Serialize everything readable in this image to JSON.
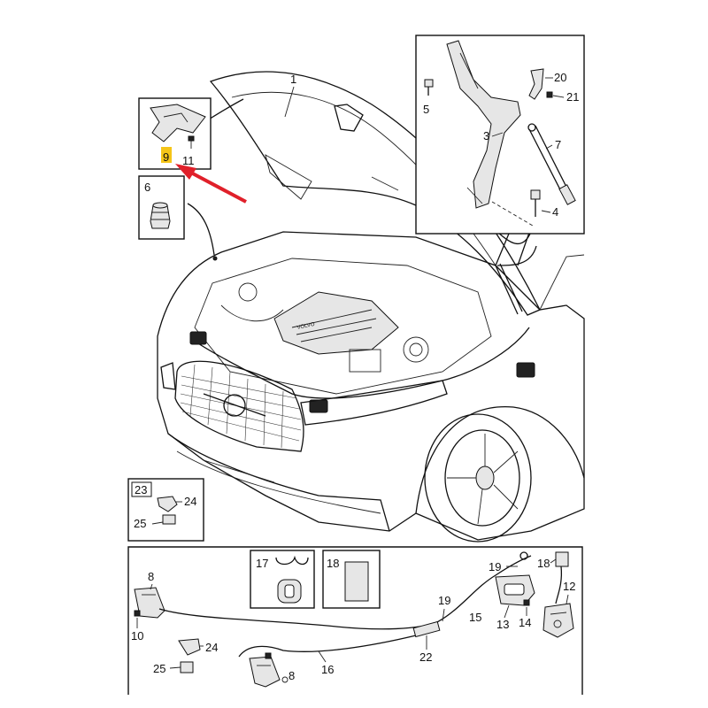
{
  "diagram": {
    "labels": {
      "n1": "1",
      "n3": "3",
      "n4": "4",
      "n5": "5",
      "n6": "6",
      "n7": "7",
      "n8a": "8",
      "n8b": "8",
      "n9": "9",
      "n10": "10",
      "n11": "11",
      "n12": "12",
      "n13": "13",
      "n14": "14",
      "n15": "15",
      "n16": "16",
      "n17": "17",
      "n18a": "18",
      "n18b": "18",
      "n19a": "19",
      "n19b": "19",
      "n20": "20",
      "n21": "21",
      "n22": "22",
      "n23": "23",
      "n24a": "24",
      "n24b": "24",
      "n25a": "25",
      "n25b": "25"
    },
    "highlight": {
      "label": "9",
      "color": "#f5c518",
      "arrow_color": "#e0202a"
    }
  }
}
